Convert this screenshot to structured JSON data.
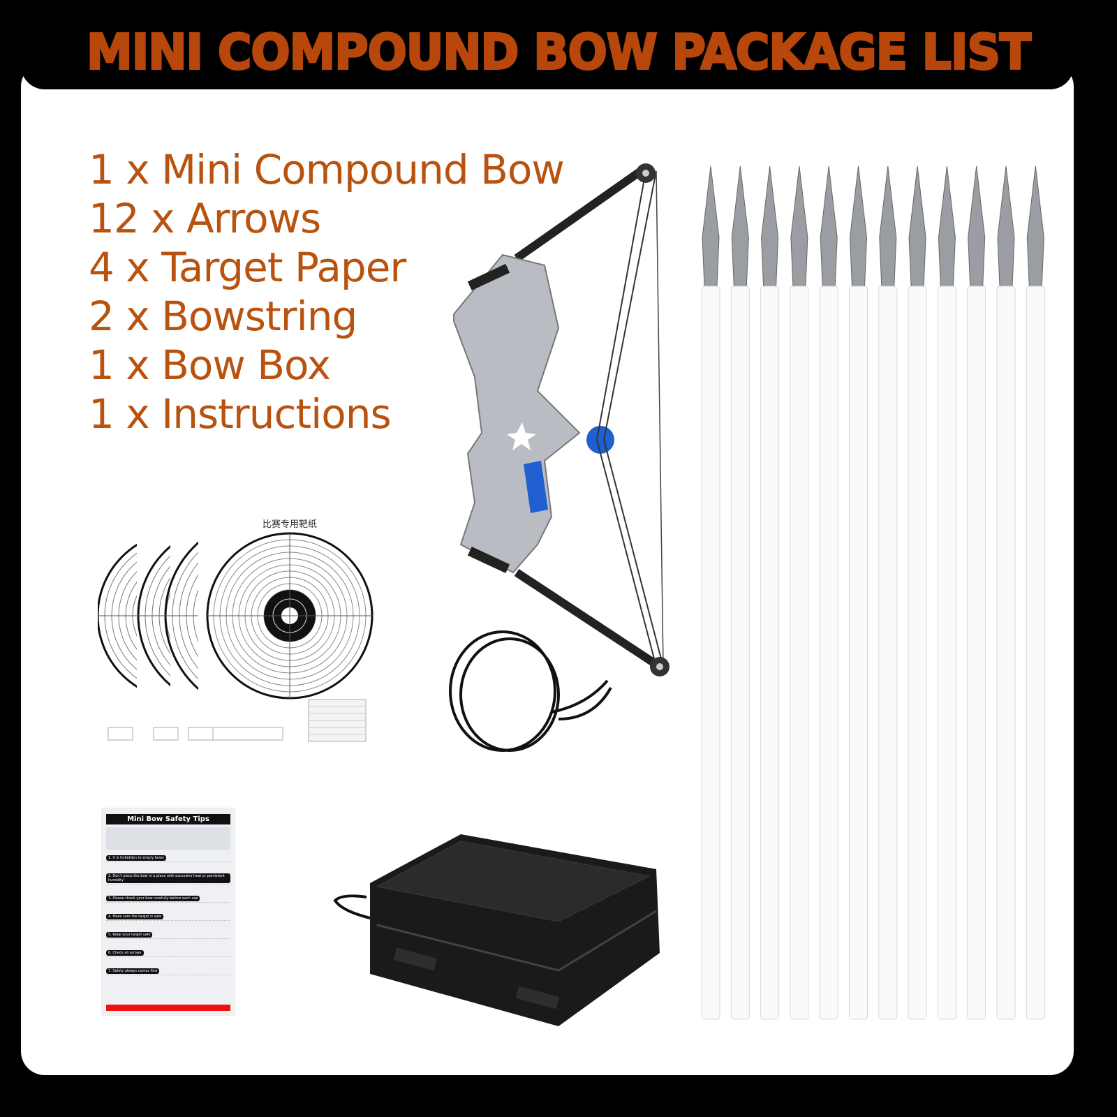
{
  "header": {
    "title": "MINI COMPOUND BOW PACKAGE LIST"
  },
  "package_list": [
    "1 x Mini Compound Bow",
    "12 x Arrows",
    "4 x Target Paper",
    "2 x Bowstring",
    "1 x Bow Box",
    "1 x Instructions"
  ],
  "target_paper": {
    "caption": "比赛专用靶纸",
    "count": 4
  },
  "arrows": {
    "count": 12
  },
  "instructions_sheet": {
    "title": "Mini Bow Safety Tips",
    "tips": [
      "1. It is forbidden to empty bows",
      "2. Don't place the bow in a place with excessive heat or persistent humidity",
      "3. Please check your bow carefully before each use",
      "4. Make sure the target is safe",
      "5. Keep your target safe",
      "6. Check all arrows",
      "7. Safety always comes first"
    ]
  },
  "colors": {
    "title": "#b8470c",
    "list_text": "#b8520f",
    "background": "#000000",
    "panel": "#ffffff",
    "bow_accent": "#1f5fd0"
  }
}
